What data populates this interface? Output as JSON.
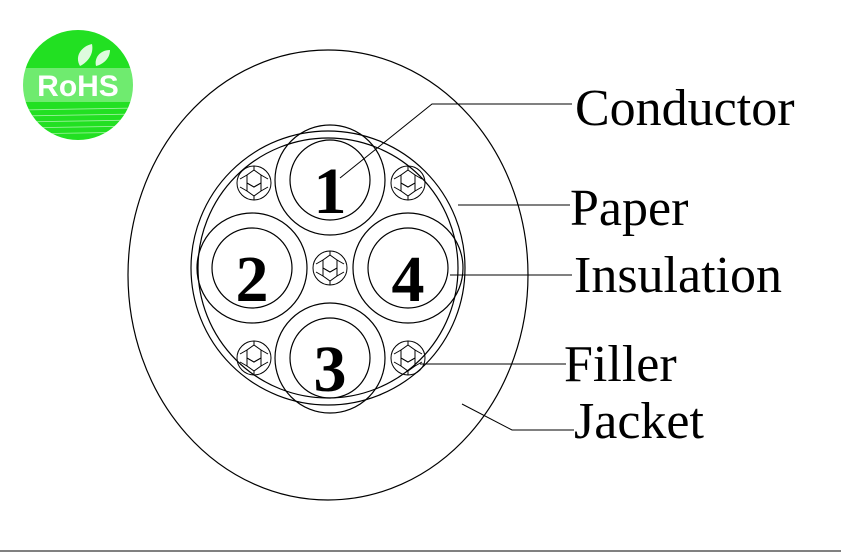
{
  "logo": {
    "text": "RoHS",
    "color": "#22e022"
  },
  "conductors": [
    {
      "number": "1"
    },
    {
      "number": "2"
    },
    {
      "number": "3"
    },
    {
      "number": "4"
    }
  ],
  "labels": {
    "conductor": "Conductor",
    "paper": "Paper",
    "insulation": "Insulation",
    "filler": "Filler",
    "jacket": "Jacket"
  },
  "colors": {
    "line": "#000000",
    "background": "#ffffff"
  }
}
